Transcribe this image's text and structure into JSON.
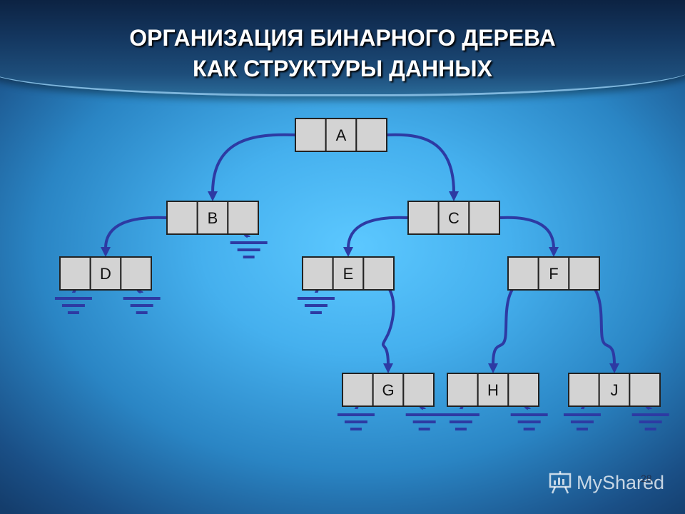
{
  "title": {
    "line1": "ОРГАНИЗАЦИЯ БИНАРНОГО ДЕРЕВА",
    "line2": "КАК СТРУКТУРЫ ДАННЫХ"
  },
  "nodes": [
    {
      "id": "A",
      "label": "A"
    },
    {
      "id": "B",
      "label": "B"
    },
    {
      "id": "C",
      "label": "C"
    },
    {
      "id": "D",
      "label": "D"
    },
    {
      "id": "E",
      "label": "E"
    },
    {
      "id": "F",
      "label": "F"
    },
    {
      "id": "G",
      "label": "G"
    },
    {
      "id": "H",
      "label": "H"
    },
    {
      "id": "J",
      "label": "J"
    }
  ],
  "edges": [
    {
      "from": "A",
      "to": "B",
      "side": "left"
    },
    {
      "from": "A",
      "to": "C",
      "side": "right"
    },
    {
      "from": "B",
      "to": "D",
      "side": "left"
    },
    {
      "from": "C",
      "to": "E",
      "side": "left"
    },
    {
      "from": "C",
      "to": "F",
      "side": "right"
    },
    {
      "from": "E",
      "to": "G",
      "side": "right"
    },
    {
      "from": "F",
      "to": "H",
      "side": "left"
    },
    {
      "from": "F",
      "to": "J",
      "side": "right"
    }
  ],
  "null_pointers": [
    {
      "node": "B",
      "side": "right"
    },
    {
      "node": "D",
      "side": "left"
    },
    {
      "node": "D",
      "side": "right"
    },
    {
      "node": "E",
      "side": "left"
    },
    {
      "node": "G",
      "side": "left"
    },
    {
      "node": "G",
      "side": "right"
    },
    {
      "node": "H",
      "side": "left"
    },
    {
      "node": "H",
      "side": "right"
    },
    {
      "node": "J",
      "side": "left"
    },
    {
      "node": "J",
      "side": "right"
    }
  ],
  "watermark": {
    "text": "MyShared",
    "icon": "presentation-board-icon"
  },
  "page_number": "28",
  "colors": {
    "edge": "#2d3aa3",
    "node_fill": "#d3d3d3"
  }
}
